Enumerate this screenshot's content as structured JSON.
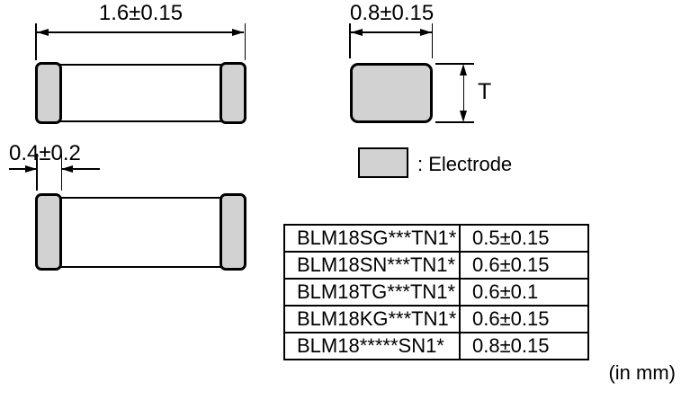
{
  "diagram": {
    "top_view": {
      "length_dim": "1.6±0.15"
    },
    "side_view": {
      "electrode_width_dim": "0.4±0.2"
    },
    "end_view": {
      "width_dim": "0.8±0.15",
      "thickness_label": "T"
    },
    "legend": {
      "label": ": Electrode"
    },
    "units_note": "(in mm)",
    "colors": {
      "electrode_fill": "#d2d2d2",
      "line": "#000000",
      "body_fill": "#ffffff"
    }
  },
  "table": {
    "columns": [
      "part_number",
      "thickness_T"
    ],
    "rows": [
      {
        "part": "BLM18SG***TN1*",
        "thickness": "0.5±0.15"
      },
      {
        "part": "BLM18SN***TN1*",
        "thickness": "0.6±0.15"
      },
      {
        "part": "BLM18TG***TN1*",
        "thickness": "0.6±0.1"
      },
      {
        "part": "BLM18KG***TN1*",
        "thickness": "0.6±0.15"
      },
      {
        "part": "BLM18*****SN1*",
        "thickness": "0.8±0.15"
      }
    ]
  }
}
